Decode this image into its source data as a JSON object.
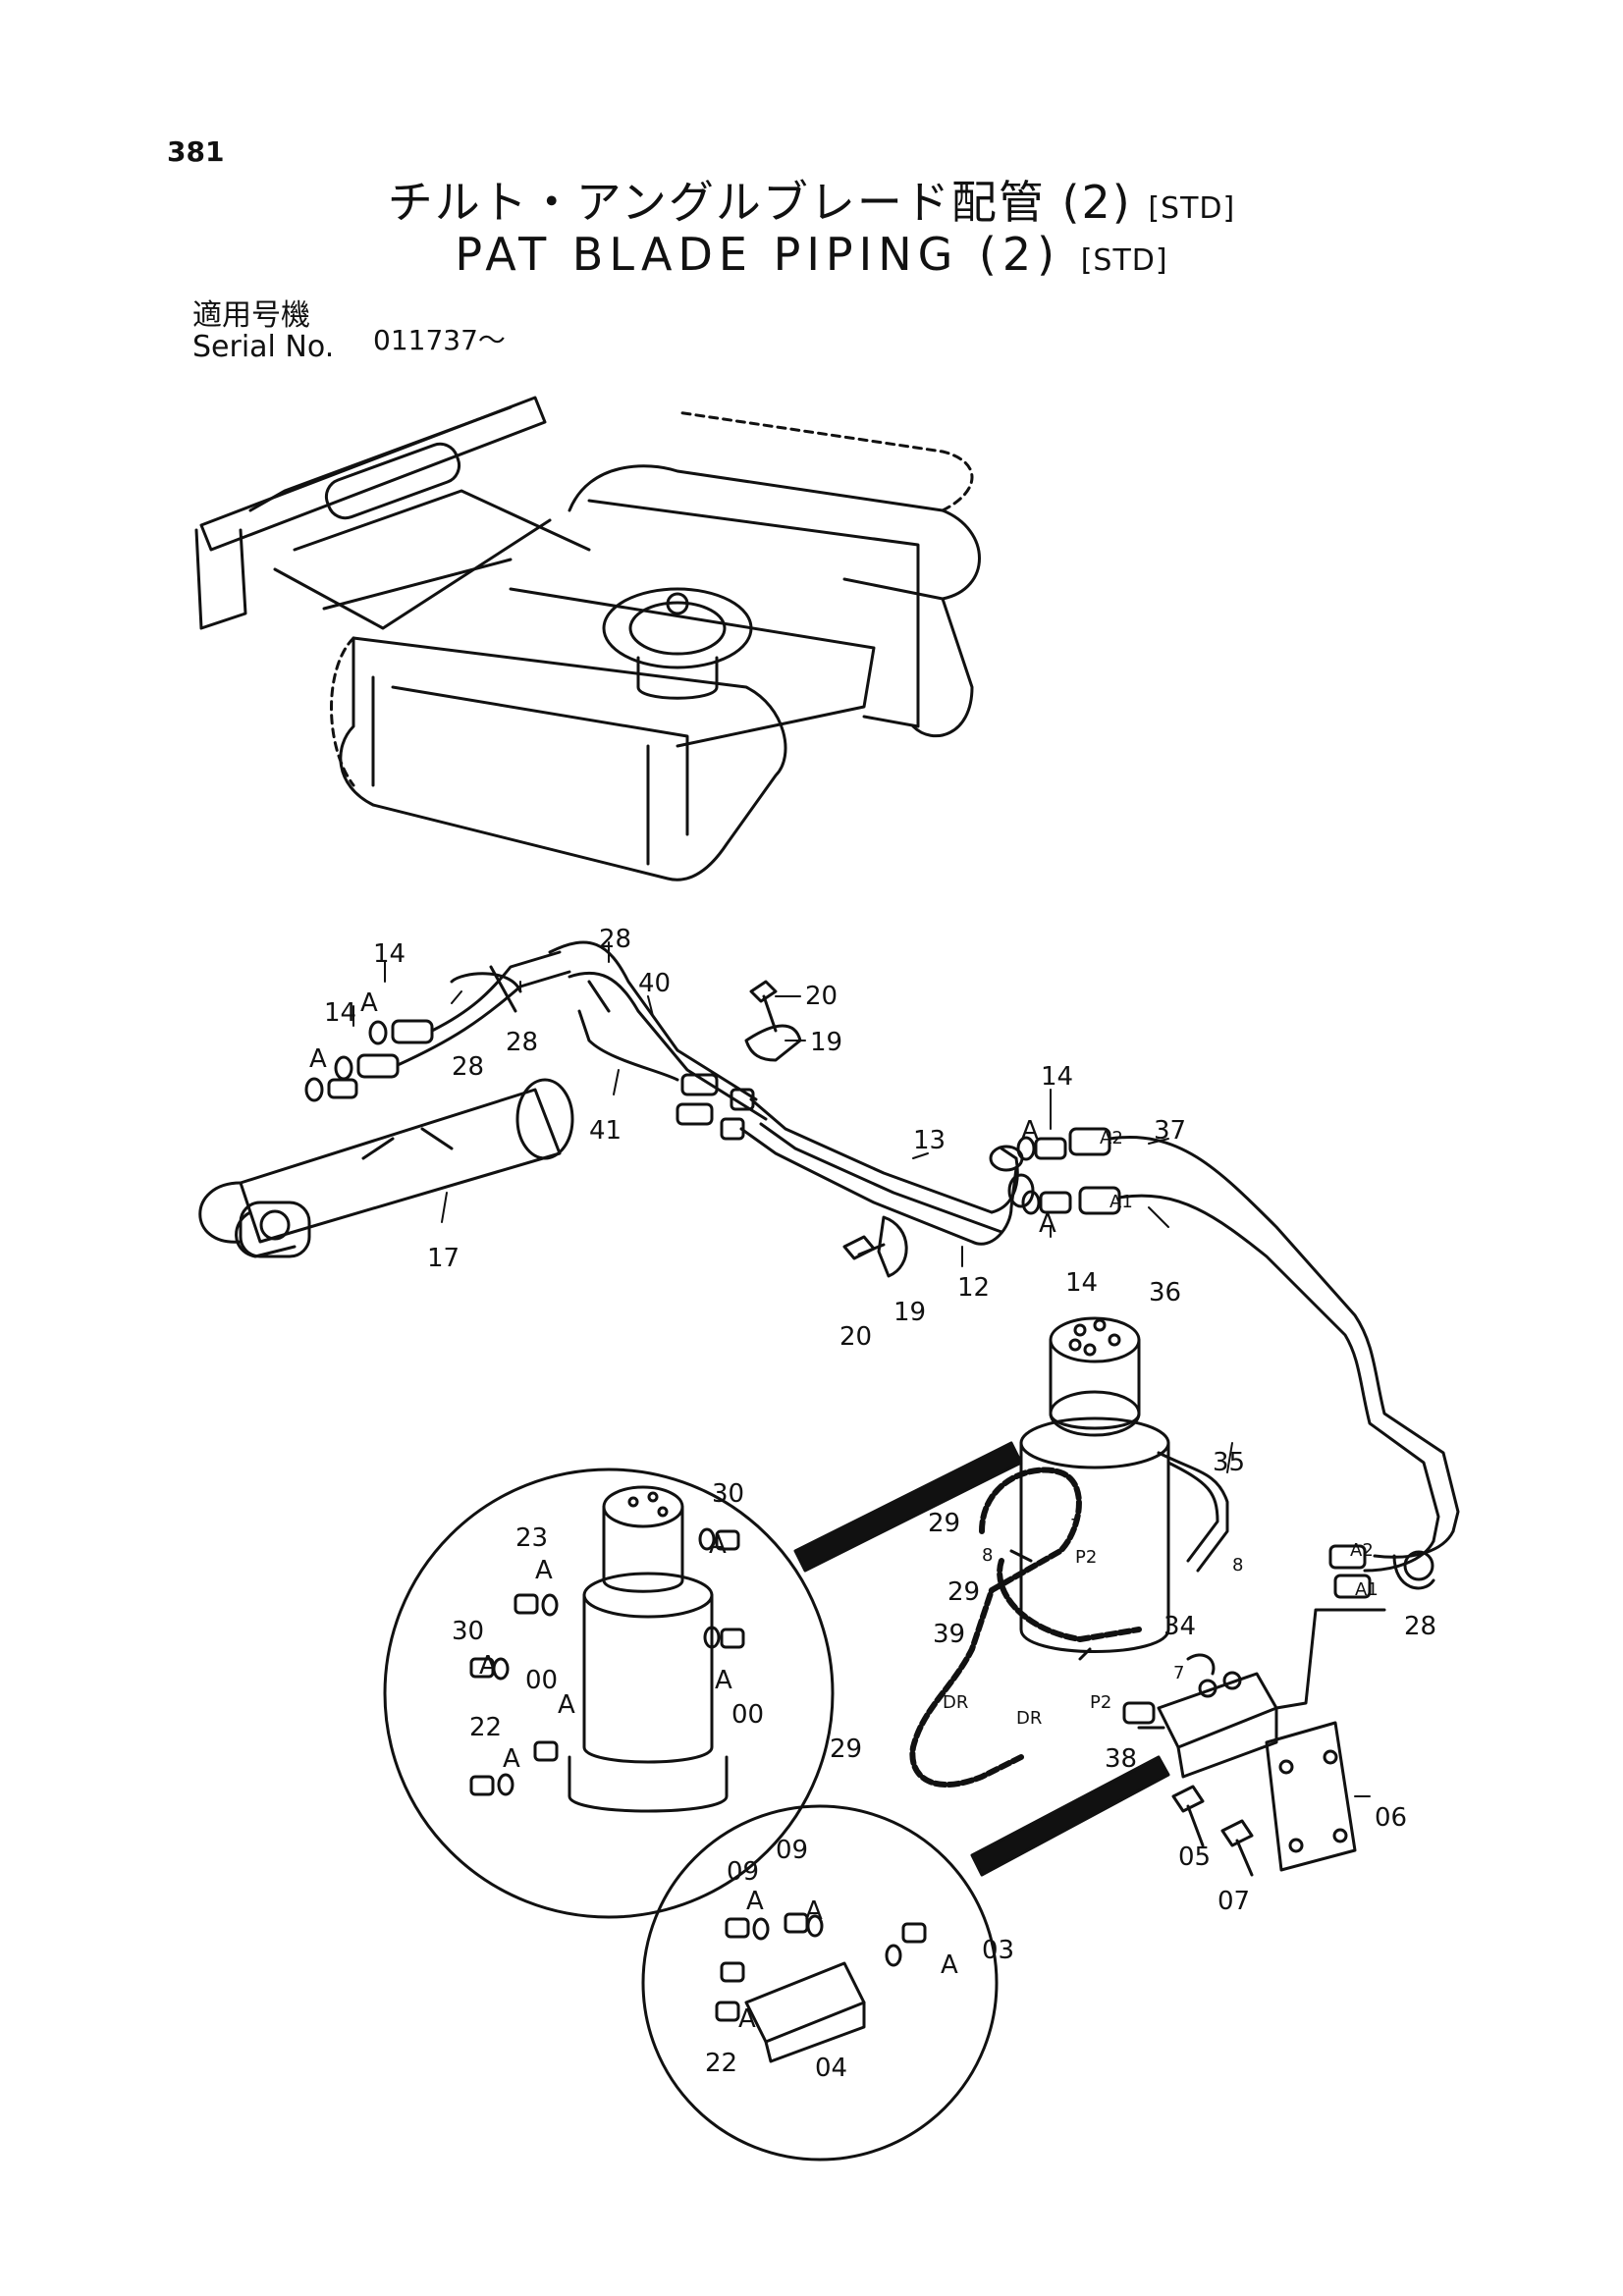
{
  "page_number": "381",
  "title_jp": "チルト・アングルブレード配管",
  "title_en": "PAT BLADE PIPING",
  "title_suffix": "(2)",
  "title_std": "[STD]",
  "serial_label_jp": "適用号機",
  "serial_label_en": "Serial No.",
  "serial_value": "011737～",
  "labels": {
    "l14a": "14",
    "l14b": "14",
    "l28a": "28",
    "l28b": "28",
    "l28c": "28",
    "l28d": "28",
    "l40": "40",
    "l41": "41",
    "l20a": "20",
    "l19a": "19",
    "l17": "17",
    "l13": "13",
    "l12": "12",
    "l19b": "19",
    "l20b": "20",
    "l14c": "14",
    "l14d": "14",
    "l37": "37",
    "l36": "36",
    "l35": "35",
    "l29a": "29",
    "l29b": "29",
    "l29c": "29",
    "l39": "39",
    "l34": "34",
    "l38": "38",
    "l06": "06",
    "l05": "05",
    "l07": "07",
    "l30a": "30",
    "l30b": "30",
    "l23": "23",
    "l00a": "00",
    "l00b": "00",
    "l22a": "22",
    "l09a": "09",
    "l09b": "09",
    "l03": "03",
    "l04": "04",
    "l22b": "22"
  },
  "ports": {
    "a1": "A1",
    "a2": "A2",
    "a1b": "A1",
    "a2b": "A2",
    "p2a": "P2",
    "p2b": "P2",
    "dra": "DR",
    "drb": "DR",
    "n8a": "8",
    "n8b": "8",
    "n7a": "7",
    "n7b": "7"
  },
  "seal": "A"
}
